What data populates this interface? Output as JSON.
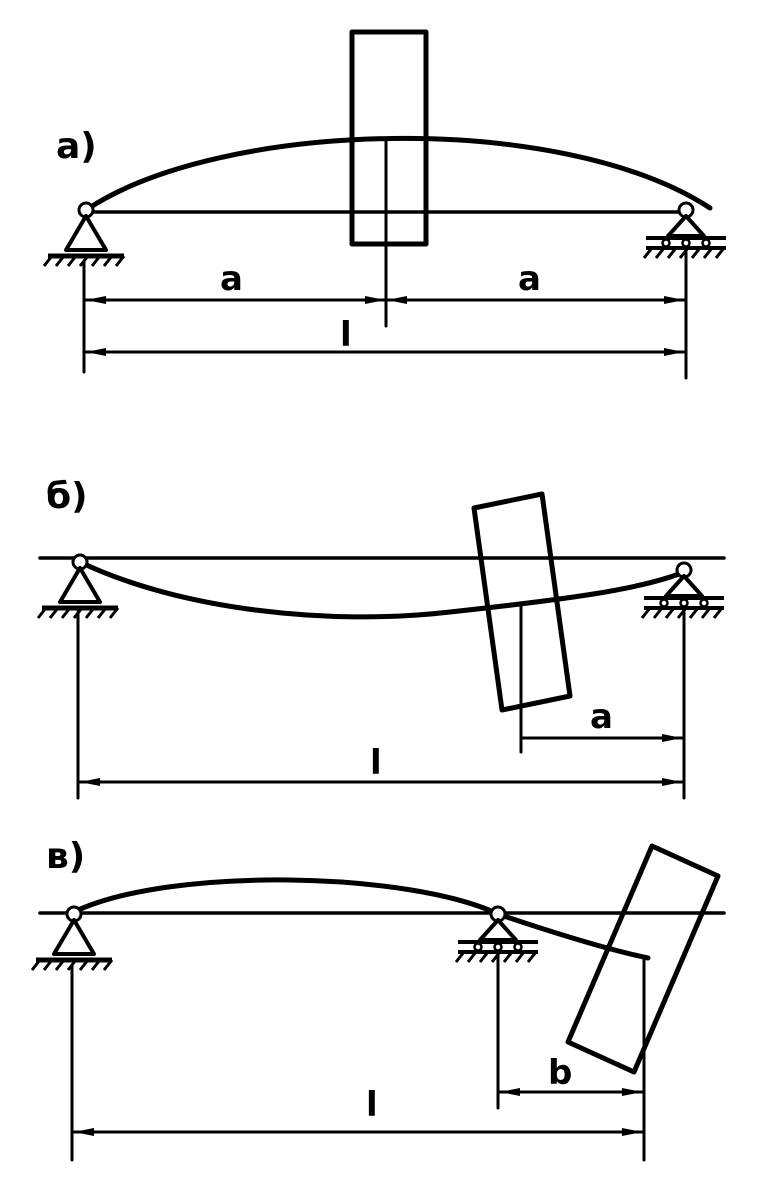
{
  "panels": {
    "a": {
      "label": "а)",
      "dim_half_left": "a",
      "dim_half_right": "a",
      "dim_span": "l"
    },
    "b": {
      "label": "б)",
      "dim_span": "l",
      "dim_overhang": "a"
    },
    "c": {
      "label": "в)",
      "dim_span": "l",
      "dim_overhang": "b"
    }
  },
  "colors": {
    "ink": "#000000",
    "paper": "#ffffff"
  },
  "icons": [
    "pin-support-icon",
    "roller-support-icon",
    "arrowhead-icon"
  ]
}
